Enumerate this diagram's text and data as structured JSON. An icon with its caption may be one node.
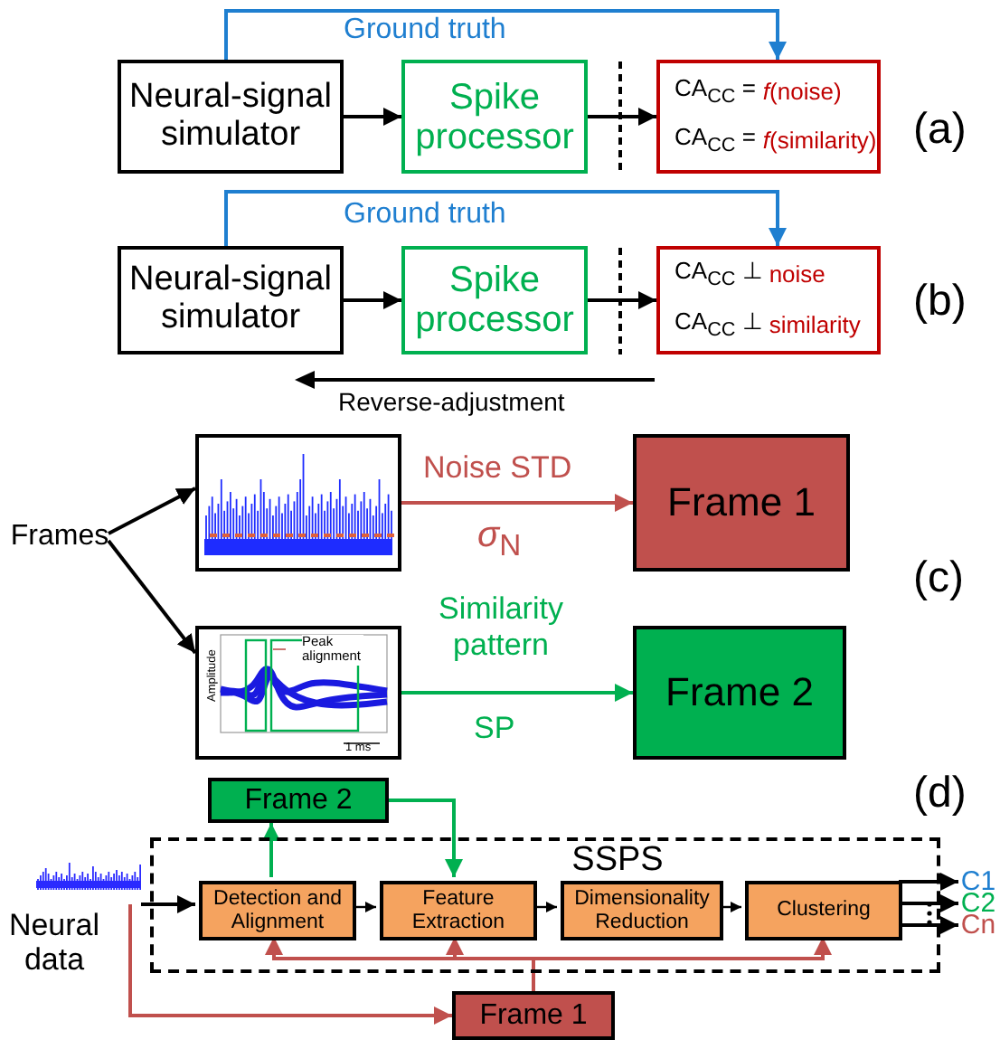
{
  "diagram": {
    "nodes": [
      {
        "text": [
          "Neural-signal simulator"
        ]
      },
      {
        "text": [
          "Spike processor"
        ]
      },
      {
        "text": [
          "CA$_{CC}$ =",
          "*f*(noise)",
          "CA$_{CC}$ =",
          "*f*(similarity)"
        ]
      },
      {
        "text": [
          "Neural-signal simulator"
        ]
      },
      {
        "text": [
          "Spike processor"
        ]
      },
      {
        "text": [
          "CA$_{CC}$ ⊥",
          "noise",
          "CA$_{CC}$ ⊥",
          "similarity"
        ]
      },
      {
        "text": [
          "Frames"
        ]
      },
      {
        "text": [],
        "shape": "picture"
      },
      {
        "text": [],
        "shape": "picture"
      },
      {
        "text": [
          "Frame 1"
        ]
      },
      {
        "text": [
          "Frame 2"
        ]
      },
      {
        "text": [
          "Frame 2"
        ]
      },
      {
        "text": [
          "SSPS"
        ]
      },
      {
        "text": [
          "Detection and Alignment"
        ],
        "in": 12
      },
      {
        "text": [
          "Feature Extraction"
        ],
        "in": 12
      },
      {
        "text": [
          "Dimensionality Reduction"
        ],
        "in": 12
      },
      {
        "text": [
          "Clustering"
        ],
        "in": 12
      },
      {
        "text": [],
        "shape": "picture",
        "beside": [
          "Neural data"
        ]
      },
      {
        "text": [
          "C1"
        ]
      },
      {
        "text": [
          "C2"
        ]
      },
      {
        "text": [
          "Cn"
        ]
      },
      {
        "text": [
          "Frame 1"
        ]
      }
    ],
    "edges": [
      {
        "from": 0,
        "to": 2,
        "arrow": "to",
        "label": "Ground truth",
        "color": "#1f7fd0"
      },
      {
        "from": 0,
        "to": 1,
        "arrow": "to"
      },
      {
        "from": 1,
        "to": 2,
        "arrow": "to"
      },
      {
        "from": 3,
        "to": 5,
        "arrow": "to",
        "label": "Ground truth",
        "color": "#1f7fd0"
      },
      {
        "from": 3,
        "to": 4,
        "arrow": "to"
      },
      {
        "from": 4,
        "to": 5,
        "arrow": "to"
      },
      {
        "from": 6,
        "to": 7,
        "arrow": "to"
      },
      {
        "from": 6,
        "to": 8,
        "arrow": "to"
      },
      {
        "from": 7,
        "to": 9,
        "arrow": "to",
        "label": "Noise STD",
        "color": "#c0504d"
      },
      {
        "from": 8,
        "to": 10,
        "arrow": "to",
        "label": "Similarity pattern",
        "color": "#00b050"
      },
      {
        "from": 17,
        "to": 13,
        "arrow": "to"
      },
      {
        "from": 13,
        "to": 11,
        "arrow": "to",
        "color": "#00b050"
      },
      {
        "from": 11,
        "to": 14,
        "arrow": "to",
        "color": "#00b050"
      },
      {
        "from": 13,
        "to": 14,
        "arrow": "to"
      },
      {
        "from": 14,
        "to": 15,
        "arrow": "to"
      },
      {
        "from": 15,
        "to": 16,
        "arrow": "to"
      },
      {
        "from": 16,
        "to": 18,
        "arrow": "to"
      },
      {
        "from": 16,
        "to": 19,
        "arrow": "to"
      },
      {
        "from": 16,
        "to": 20,
        "arrow": "to"
      },
      {
        "from": 17,
        "to": 21,
        "arrow": "to",
        "color": "#c0504d"
      },
      {
        "from": 21,
        "to": 13,
        "arrow": "to",
        "color": "#c0504d"
      },
      {
        "from": 21,
        "to": 14,
        "arrow": "to",
        "color": "#c0504d"
      },
      {
        "from": 21,
        "to": 16,
        "arrow": "to",
        "color": "#c0504d"
      }
    ],
    "labels": [
      "(a)",
      "(b)",
      "Reverse-adjustment",
      "*σ*$_{N}$",
      "SP",
      "(c)",
      "Peak alignment",
      "Amplitude",
      "1 ms",
      "(d)"
    ]
  }
}
